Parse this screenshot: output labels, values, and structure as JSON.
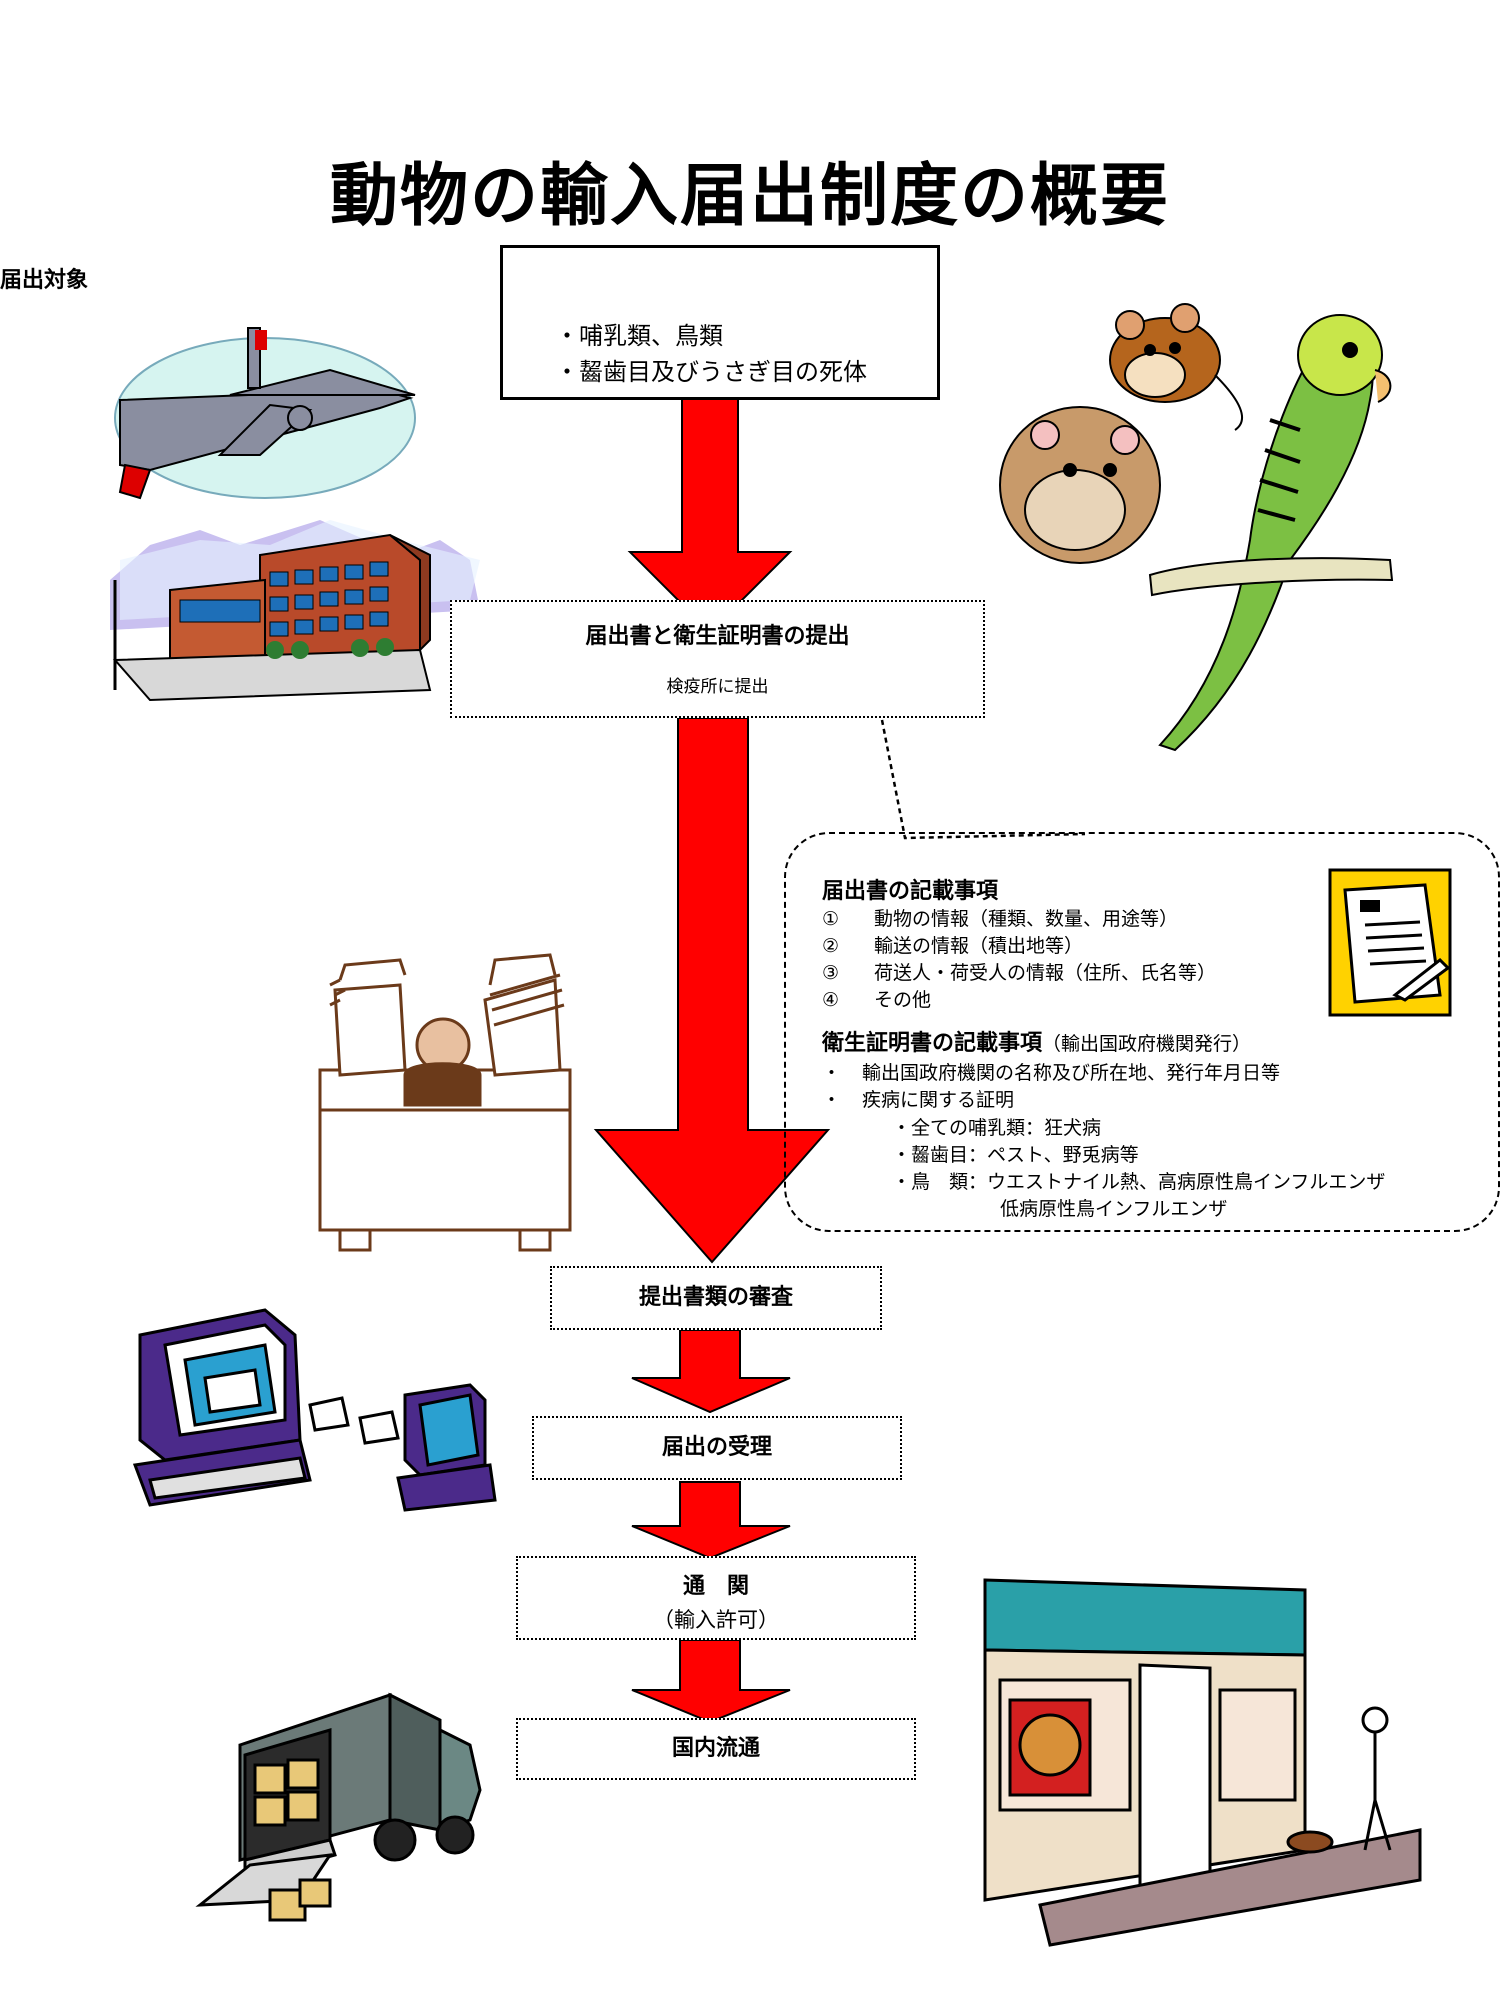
{
  "title": "動物の輸入届出制度の概要",
  "target": {
    "heading": "届出対象",
    "items": [
      "・哺乳類、鳥類",
      "・齧歯目及びうさぎ目の死体"
    ]
  },
  "submission": {
    "heading": "届出書と衛生証明書の提出",
    "sub": "検疫所に提出"
  },
  "notification_items": {
    "heading": "届出書の記載事項",
    "items": [
      {
        "num": "①",
        "text": "動物の情報（種類、数量、用途等）"
      },
      {
        "num": "②",
        "text": "輸送の情報（積出地等）"
      },
      {
        "num": "③",
        "text": "荷送人・荷受人の情報（住所、氏名等）"
      },
      {
        "num": "④",
        "text": "その他"
      }
    ]
  },
  "certificate_items": {
    "heading": "衛生証明書の記載事項",
    "heading_note": "（輸出国政府機関発行）",
    "items": [
      {
        "bullet": "・",
        "text": "輸出国政府機関の名称及び所在地、発行年月日等"
      },
      {
        "bullet": "・",
        "text": "疾病に関する証明"
      }
    ],
    "disease_list": [
      "・全ての哺乳類：狂犬病",
      "・齧歯目：ペスト、野兎病等",
      "・鳥　類：ウエストナイル熱、高病原性鳥インフルエンザ",
      "低病原性鳥インフルエンザ"
    ]
  },
  "steps": {
    "review": "提出書類の審査",
    "acceptance": "届出の受理",
    "customs": "通　関",
    "customs_sub": "（輸入許可）",
    "distribution": "国内流通"
  },
  "colors": {
    "arrow": "#ff0000",
    "arrow_outline": "#000000",
    "highlight": "#ffd200"
  },
  "illustrations": [
    "airplane-and-airport",
    "hamster-mouse-parakeet",
    "worker-at-desk",
    "computers-sending-mail",
    "delivery-truck",
    "pet-shop"
  ]
}
